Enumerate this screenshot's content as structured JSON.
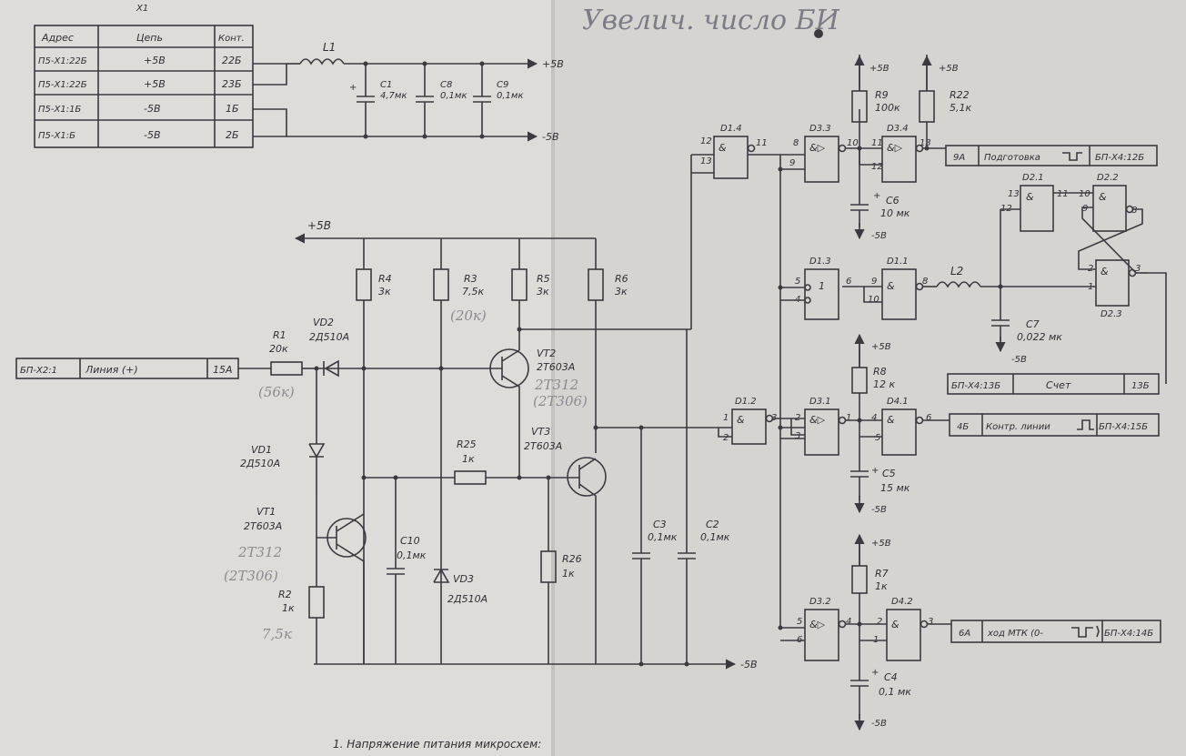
{
  "header": {
    "handwritten_note": "Увелич. число БИ",
    "connector_label": "X1"
  },
  "connector_table": {
    "headers": [
      "Адрес",
      "Цепь",
      "Конт."
    ],
    "rows": [
      {
        "address": "П5-X1:22Б",
        "circuit": "+5В",
        "contact": "22Б"
      },
      {
        "address": "П5-X1:22Б",
        "circuit": "+5В",
        "contact": "23Б"
      },
      {
        "address": "П5-X1:1Б",
        "circuit": "-5В",
        "contact": "1Б"
      },
      {
        "address": "П5-X1:Б",
        "circuit": "-5В",
        "contact": "2Б"
      }
    ]
  },
  "power": {
    "plus": "+5В",
    "minus": "-5В",
    "minus_bottom": "-5В"
  },
  "components": {
    "L1": "L1",
    "L2": "L2",
    "C1": {
      "ref": "C1",
      "value": "4,7мк"
    },
    "C8": {
      "ref": "C8",
      "value": "0,1мк"
    },
    "C9": {
      "ref": "C9",
      "value": "0,1мк"
    },
    "C10": {
      "ref": "C10",
      "value": "0,1мк"
    },
    "C3": {
      "ref": "C3",
      "value": "0,1мк"
    },
    "C2": {
      "ref": "C2",
      "value": "0,1мк"
    },
    "C6": {
      "ref": "C6",
      "value": "10 мк"
    },
    "C5": {
      "ref": "C5",
      "value": "15 мк"
    },
    "C4": {
      "ref": "C4",
      "value": "0,1 мк"
    },
    "C7": {
      "ref": "C7",
      "value": "0,022 мк"
    },
    "R1": {
      "ref": "R1",
      "value": "20к",
      "pencil": "(56к)"
    },
    "R2": {
      "ref": "R2",
      "value": "1к",
      "pencil": "7,5к"
    },
    "R3": {
      "ref": "R3",
      "value": "7,5к",
      "pencil": "(20к)"
    },
    "R4": {
      "ref": "R4",
      "value": "3к"
    },
    "R5": {
      "ref": "R5",
      "value": "3к"
    },
    "R6": {
      "ref": "R6",
      "value": "3к"
    },
    "R7": {
      "ref": "R7",
      "value": "1к"
    },
    "R8": {
      "ref": "R8",
      "value": "12 к"
    },
    "R9": {
      "ref": "R9",
      "value": "100к"
    },
    "R22": {
      "ref": "R22",
      "value": "5,1к"
    },
    "R25": {
      "ref": "R25",
      "value": "1к"
    },
    "R26": {
      "ref": "R26",
      "value": "1к"
    },
    "VD1": {
      "ref": "VD1",
      "value": "2Д510А"
    },
    "VD2": {
      "ref": "VD2",
      "value": "2Д510А"
    },
    "VD3": {
      "ref": "VD3",
      "value": "2Д510А"
    },
    "VT1": {
      "ref": "VT1",
      "value": "2Т603А",
      "pencil1": "2Т312",
      "pencil2": "(2Т306)"
    },
    "VT2": {
      "ref": "VT2",
      "value": "2Т603А",
      "pencil1": "2Т312",
      "pencil2": "(2Т306)"
    },
    "VT3": {
      "ref": "VT3",
      "value": "2Т603А"
    }
  },
  "gates": {
    "D1_4": "D1.4",
    "D3_3": "D3.3",
    "D3_4": "D3.4",
    "D2_1": "D2.1",
    "D2_2": "D2.2",
    "D2_3": "D2.3",
    "D1_3": "D1.3",
    "D1_1": "D1.1",
    "D1_2": "D1.2",
    "D3_1": "D3.1",
    "D4_1": "D4.1",
    "D3_2": "D3.2",
    "D4_2": "D4.2"
  },
  "signals": {
    "line_in": {
      "addr": "БП-X2:1",
      "name": "Линия (+)",
      "contact": "15А"
    },
    "prep": {
      "contact": "9А",
      "name": "Подготовка",
      "addr": "БП-X4:12Б"
    },
    "count": {
      "addr": "БП-X4:13Б",
      "name": "Счет",
      "contact": "13Б"
    },
    "ctrl": {
      "contact": "4Б",
      "name": "Контр. линии",
      "addr": "БП-X4:15Б"
    },
    "mtk": {
      "contact": "6А",
      "name": "ход МТК (0-",
      "addr": "БП-X4:14Б"
    }
  },
  "footnote": "1. Напряжение питания микросхем:"
}
